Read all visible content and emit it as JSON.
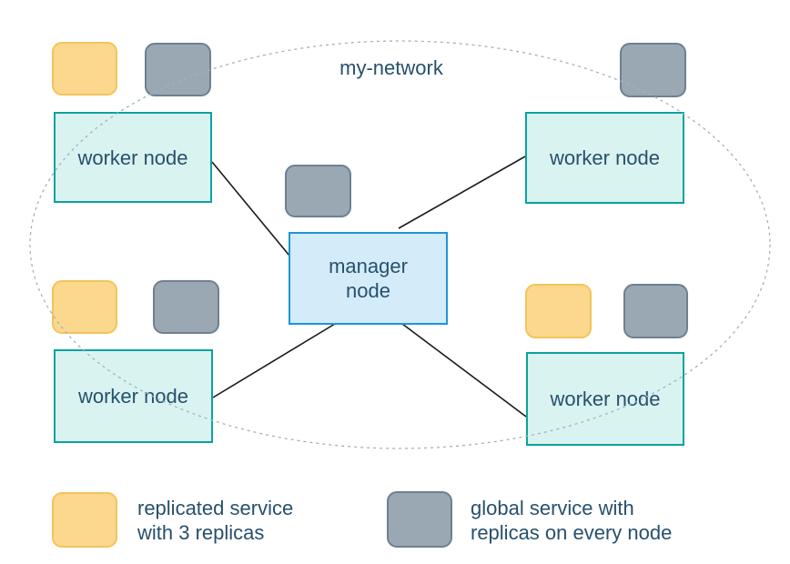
{
  "diagram": {
    "network_label": "my-network",
    "manager_label": "manager\nnode",
    "workers": [
      {
        "id": "worker-top-left",
        "label": "worker node"
      },
      {
        "id": "worker-top-right",
        "label": "worker node"
      },
      {
        "id": "worker-bottom-left",
        "label": "worker node"
      },
      {
        "id": "worker-bottom-right",
        "label": "worker node"
      }
    ],
    "services": {
      "replicated_instances": 3,
      "global_instances": 5
    },
    "legend": [
      {
        "swatch": "replicated-service",
        "label": "replicated service\nwith 3 replicas"
      },
      {
        "swatch": "global-service",
        "label": "global service with\nreplicas on every node"
      }
    ]
  },
  "colors": {
    "replicated_fill": "#FBD88E",
    "replicated_border": "#F2C45C",
    "global_fill": "#9AA8B3",
    "global_border": "#6E8090",
    "worker_fill": "#D9F3F1",
    "worker_border": "#0AA29E",
    "manager_fill": "#D4EBFA",
    "manager_border": "#1E95D4",
    "network_dash": "#9FB2C1",
    "connector_line": "#1B1B1B",
    "text": "#27506C"
  }
}
